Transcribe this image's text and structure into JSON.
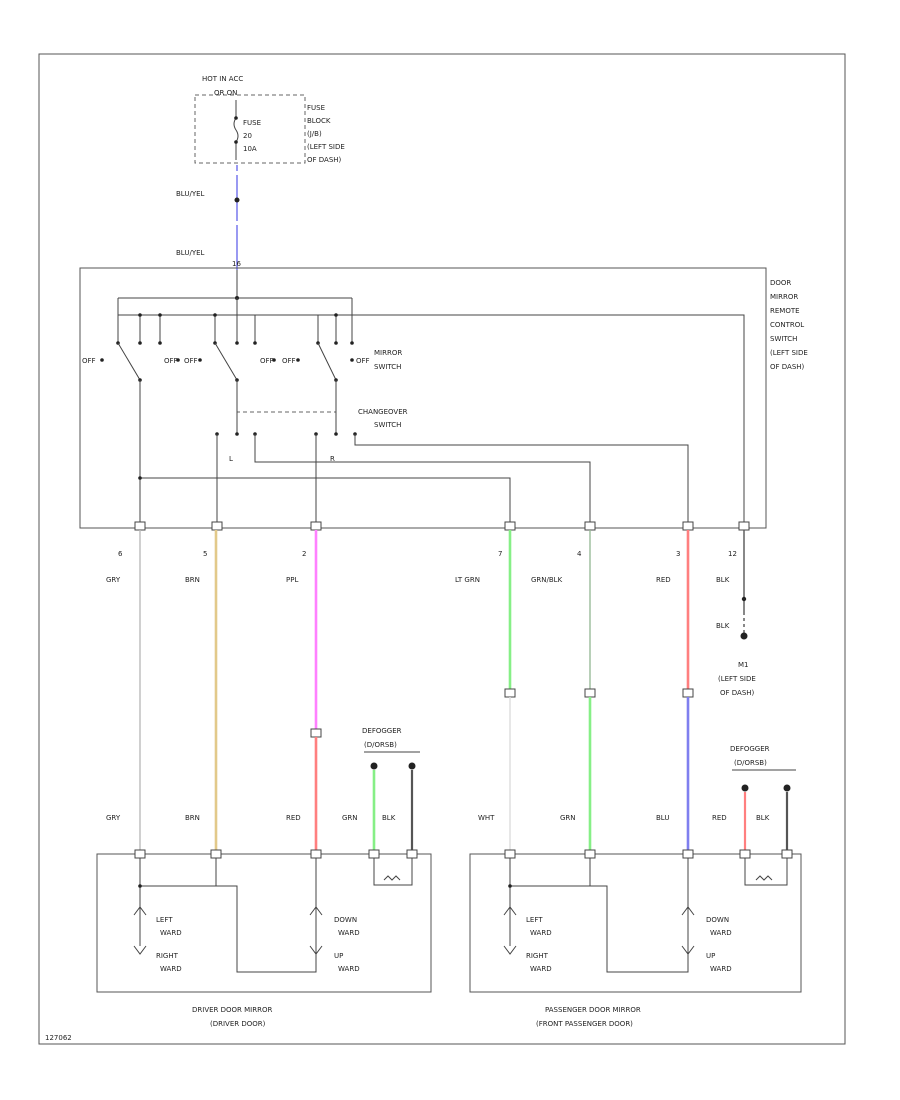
{
  "hot_block": [
    "HOT IN ACC",
    "OR ON"
  ],
  "fuse": [
    "FUSE",
    "20",
    "10A"
  ],
  "fuse_block": [
    "FUSE",
    "BLOCK",
    "(J/B)",
    "(LEFT SIDE",
    "OF DASH)"
  ],
  "wire_blu_yel": "BLU/YEL",
  "pin_top": "16",
  "switch_unit": [
    "DOOR",
    "MIRROR",
    "REMOTE",
    "CONTROL",
    "SWITCH",
    "(LEFT SIDE",
    "OF DASH)"
  ],
  "mirror_switch": [
    "MIRROR",
    "SWITCH"
  ],
  "changeover_switch": [
    "CHANGEOVER",
    "SWITCH"
  ],
  "sw_off": "OFF",
  "sw_l": "L",
  "sw_r": "R",
  "pins": [
    "6",
    "5",
    "2",
    "7",
    "4",
    "3",
    "12"
  ],
  "upper_colors": [
    "GRY",
    "BRN",
    "PPL",
    "LT GRN",
    "GRN/BLK",
    "RED",
    "BLK"
  ],
  "ground_blk": "BLK",
  "ground_label": [
    "M1",
    "(LEFT SIDE",
    "OF DASH)"
  ],
  "defogger": [
    "DEFOGGER",
    "(D/ORSB)"
  ],
  "lower_driver_colors": [
    "GRY",
    "BRN",
    "RED",
    "GRN",
    "BLK"
  ],
  "lower_pass_colors": [
    "WHT",
    "GRN",
    "BLU",
    "RED",
    "BLK"
  ],
  "motor_left_right": [
    "LEFT",
    "WARD",
    "RIGHT",
    "WARD"
  ],
  "motor_down_up": [
    "DOWN",
    "WARD",
    "UP",
    "WARD"
  ],
  "driver_mirror": [
    "DRIVER DOOR MIRROR",
    "(DRIVER DOOR)"
  ],
  "pass_mirror": [
    "PASSENGER DOOR MIRROR",
    "(FRONT PASSENGER DOOR)"
  ],
  "figure_id": "127062",
  "colors": {
    "blu_yel": "#8080ee",
    "brn": "#e2c98a",
    "ppl": "#ff80ff",
    "red": "#ff7f7f",
    "grn": "#86ef86",
    "blu": "#7f7fef",
    "blk": "#555555",
    "gry": "#bbbbbb"
  }
}
